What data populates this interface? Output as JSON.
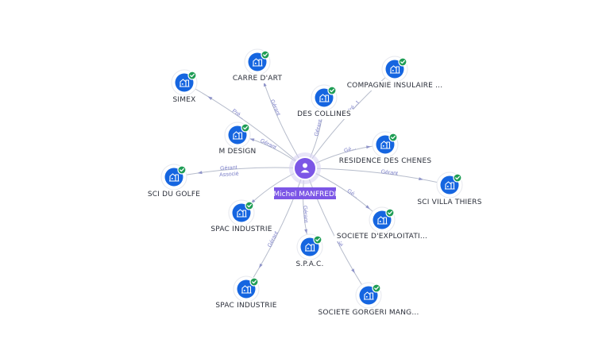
{
  "center": {
    "label": "Michel MANFREDI",
    "icon": "person-icon"
  },
  "nodes": [
    {
      "id": "simex",
      "label": "SIMEX"
    },
    {
      "id": "carre-dart",
      "label": "CARRE D'ART"
    },
    {
      "id": "des-collines",
      "label": "DES COLLINES"
    },
    {
      "id": "compagnie-insulaire",
      "label": "COMPAGNIE INSULAIRE ..."
    },
    {
      "id": "m-design",
      "label": "M DESIGN"
    },
    {
      "id": "residence-des-chenes",
      "label": "RESIDENCE DES CHENES"
    },
    {
      "id": "sci-du-golfe",
      "label": "SCI DU GOLFE"
    },
    {
      "id": "sci-villa-thiers",
      "label": "SCI VILLA THIERS"
    },
    {
      "id": "spac-industrie-1",
      "label": "SPAC INDUSTRIE"
    },
    {
      "id": "societe-exploitati",
      "label": "SOCIETE D'EXPLOITATI..."
    },
    {
      "id": "spac",
      "label": "S.P.A.C."
    },
    {
      "id": "spac-industrie-2",
      "label": "SPAC INDUSTRIE"
    },
    {
      "id": "societe-gorgeri",
      "label": "SOCIETE GORGERI MANG..."
    }
  ],
  "edges": [
    {
      "from": "simex",
      "labels": [
        "Pré..."
      ]
    },
    {
      "from": "carre-dart",
      "labels": [
        "Gérant"
      ]
    },
    {
      "from": "des-collines",
      "labels": [
        "Gérant"
      ]
    },
    {
      "from": "compagnie-insulaire",
      "labels": [
        "Pré...t"
      ]
    },
    {
      "from": "m-design",
      "labels": [
        "Gérant"
      ]
    },
    {
      "from": "residence-des-chenes",
      "labels": [
        "Gé..."
      ]
    },
    {
      "from": "sci-du-golfe",
      "labels": [
        "Gérant",
        "Associé"
      ]
    },
    {
      "from": "sci-villa-thiers",
      "labels": [
        "Gérant"
      ]
    },
    {
      "from": "spac-industrie-1",
      "labels": []
    },
    {
      "from": "societe-exploitati",
      "labels": [
        "Gé..."
      ]
    },
    {
      "from": "spac",
      "labels": [
        "Gérant"
      ]
    },
    {
      "from": "spac-industrie-2",
      "labels": [
        "Gérant"
      ]
    },
    {
      "from": "societe-gorgeri",
      "labels": [
        "Gé"
      ]
    }
  ],
  "icons": {
    "company": "building-icon",
    "verified": "check-badge-icon"
  },
  "colors": {
    "company_node": "#1565e0",
    "verified_badge": "#1f9d55",
    "center_node": "#7c56e6",
    "edge": "#b6bccb",
    "edge_label": "#7b7fc8"
  }
}
